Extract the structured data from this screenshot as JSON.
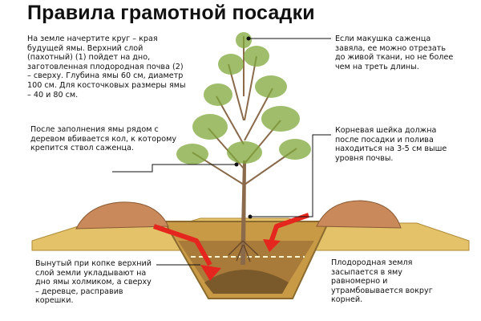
{
  "title": "Правила грамотной посадки",
  "notes": {
    "pit": "На земле начертите круг – края будущей ямы. Верхний слой (пахотный) (1) пойдет на дно, заготовленная плодородная почва (2) – сверху. Глубина ямы 60 см, диаметр 100 см. Для косточковых размеры ямы – 40 и 80 см.",
    "stake": "После заполнения ямы рядом с деревом вбивается кол, к которому крепится ствол саженца.",
    "top": "Если макушка саженца завяла, ее можно отрезать до живой ткани, но не более чем на треть длины.",
    "root_collar": "Корневая шейка должна после посадки и полива находиться на 3-5 см выше уровня почвы.",
    "mound": "Вынутый при копке верхний слой земли укладывают на дно ямы холмиком, а сверху – деревце, расправив корешки.",
    "fertile": "Плодородная земля засыпается в яму равномерно и утрамбовывается вокруг корней."
  },
  "colors": {
    "soil": "#d9b45a",
    "soil_dark": "#8a6a2e",
    "mound": "#c98a5a",
    "arrow": "#e5261e",
    "foliage": "#7fa83a",
    "trunk": "#8a6a4a"
  }
}
